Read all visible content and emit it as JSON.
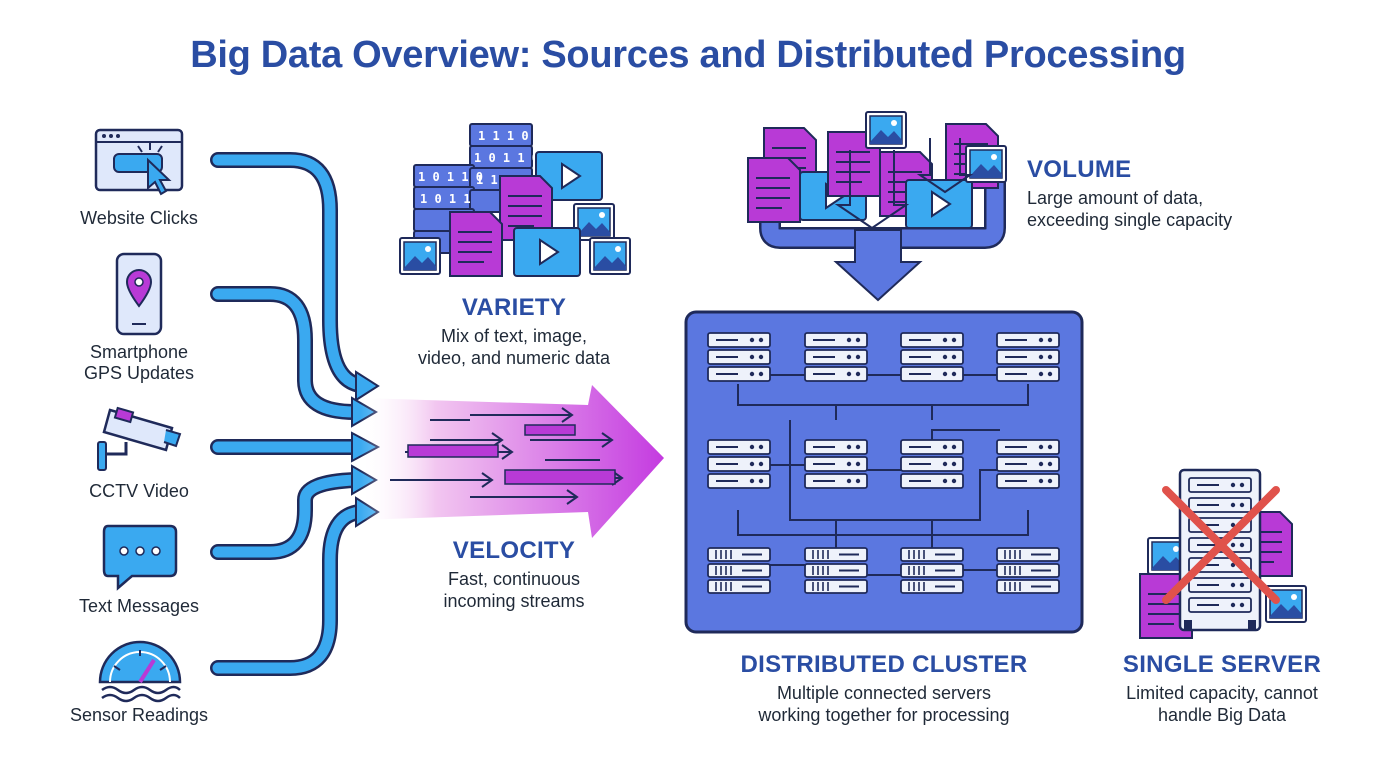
{
  "title": "Big Data Overview: Sources and Distributed Processing",
  "sources": [
    {
      "label": "Website Clicks",
      "icon": "browser-click-icon"
    },
    {
      "label": "Smartphone\nGPS Updates",
      "icon": "smartphone-gps-icon"
    },
    {
      "label": "CCTV Video",
      "icon": "cctv-camera-icon"
    },
    {
      "label": "Text Messages",
      "icon": "chat-bubble-icon"
    },
    {
      "label": "Sensor Readings",
      "icon": "sensor-gauge-icon"
    }
  ],
  "variety": {
    "title": "VARIETY",
    "desc": "Mix of text, image,\nvideo, and numeric data"
  },
  "velocity": {
    "title": "VELOCITY",
    "desc": "Fast, continuous\nincoming streams"
  },
  "volume": {
    "title": "VOLUME",
    "desc": "Large amount of data,\nexceeding single capacity"
  },
  "cluster": {
    "title": "DISTRIBUTED CLUSTER",
    "desc": "Multiple connected servers\nworking together for processing"
  },
  "single_server": {
    "title": "SINGLE SERVER",
    "desc": "Limited capacity, cannot\nhandle Big Data"
  },
  "binary_rows": [
    "1 1 1 0",
    "1 0 1 1 0",
    "1 0 1 1 0",
    "1 1 1 0",
    "1 0 1 1"
  ],
  "colors": {
    "blue": "#2a4da3",
    "sky": "#3aa9f0",
    "purple": "#b83ad6",
    "cluster": "#5b77e0",
    "red": "#e0524b"
  }
}
